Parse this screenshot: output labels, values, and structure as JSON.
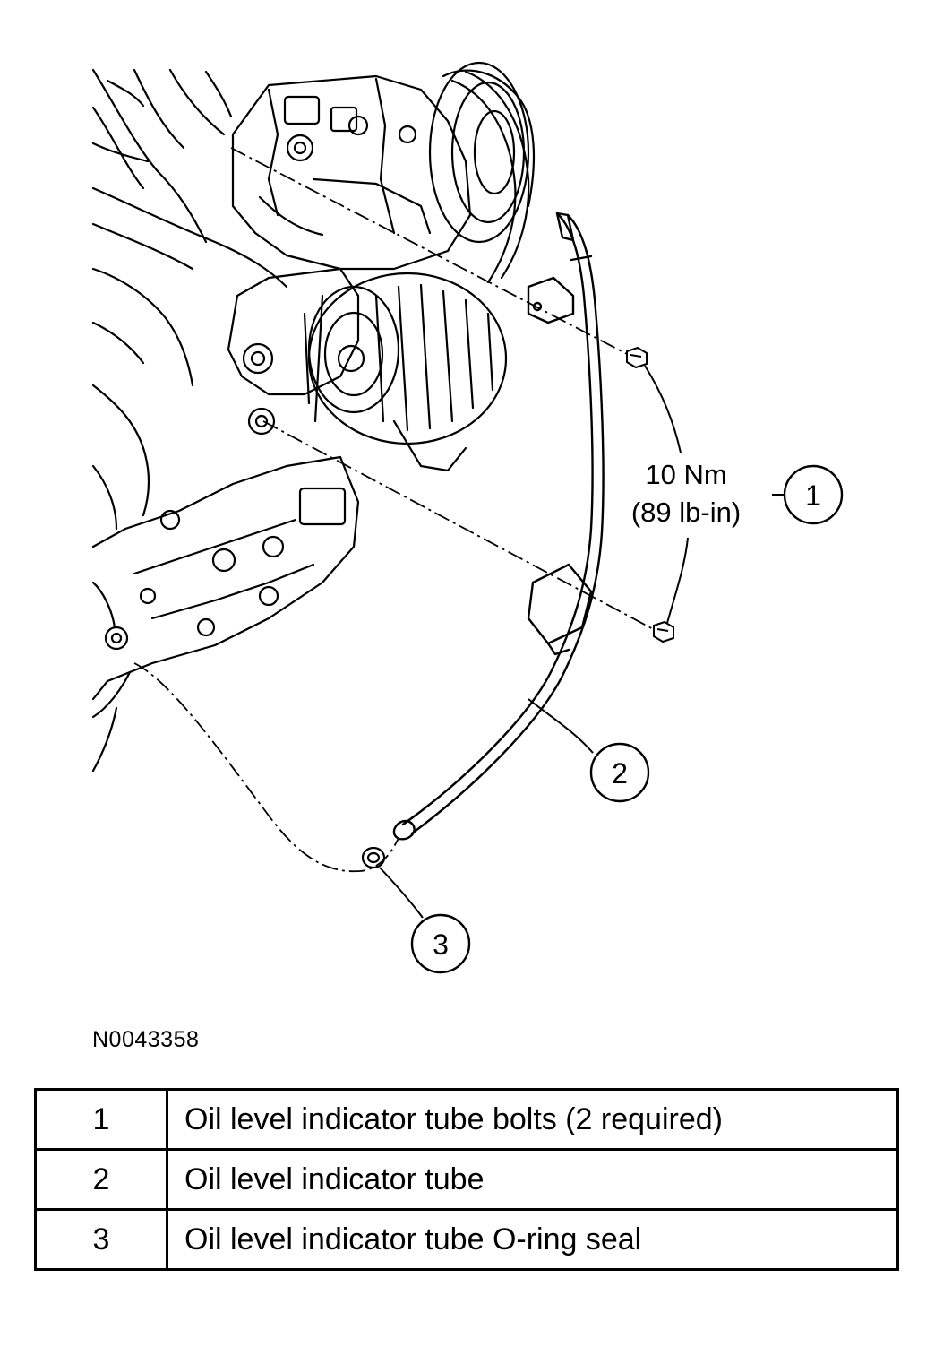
{
  "figure": {
    "id": "N0043358",
    "torque": {
      "metric": "10 Nm",
      "imperial": "(89 lb-in)"
    },
    "callouts": [
      "1",
      "2",
      "3"
    ]
  },
  "legend": {
    "rows": [
      {
        "item": "1",
        "description": "Oil level indicator tube bolts (2 required)"
      },
      {
        "item": "2",
        "description": "Oil level indicator tube"
      },
      {
        "item": "3",
        "description": "Oil level indicator tube O-ring seal"
      }
    ]
  }
}
